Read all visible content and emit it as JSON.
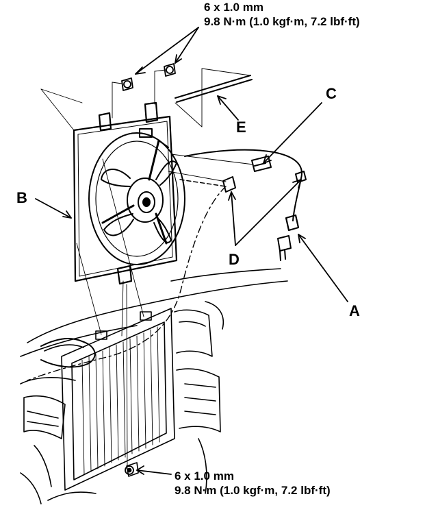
{
  "callouts": {
    "a": "A",
    "b": "B",
    "c": "C",
    "d": "D",
    "e": "E"
  },
  "torque_specs": {
    "top": {
      "size": "6 x 1.0 mm",
      "torque": "9.8 N·m (1.0 kgf·m, 7.2 lbf·ft)"
    },
    "bottom": {
      "size": "6 x 1.0 mm",
      "torque": "9.8 N·m (1.0 kgf·m, 7.2 lbf·ft)"
    }
  },
  "colors": {
    "ink": "#000000",
    "paper": "#ffffff"
  }
}
